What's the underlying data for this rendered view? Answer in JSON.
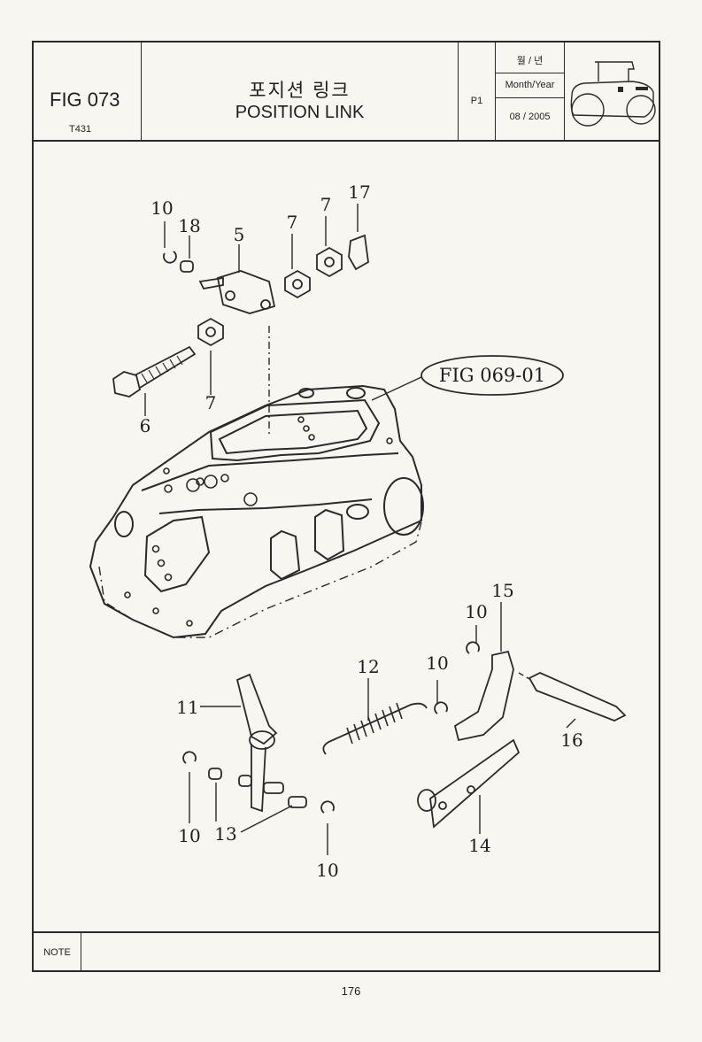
{
  "header": {
    "fig_no": "FIG 073",
    "fig_sub": "T431",
    "title_ko": "포지션 링크",
    "title_en": "POSITION LINK",
    "page_code": "P1",
    "month_year_ko": "월 / 년",
    "month_year_en": "Month/Year",
    "date": "08 / 2005"
  },
  "diagram": {
    "reference": "FIG 069-01",
    "callouts": [
      {
        "id": "c10a",
        "text": "10"
      },
      {
        "id": "c18",
        "text": "18"
      },
      {
        "id": "c5",
        "text": "5"
      },
      {
        "id": "c7a",
        "text": "7"
      },
      {
        "id": "c7b",
        "text": "7"
      },
      {
        "id": "c17",
        "text": "17"
      },
      {
        "id": "c6",
        "text": "6"
      },
      {
        "id": "c7c",
        "text": "7"
      },
      {
        "id": "c15",
        "text": "15"
      },
      {
        "id": "c10b",
        "text": "10"
      },
      {
        "id": "c12",
        "text": "12"
      },
      {
        "id": "c10c",
        "text": "10"
      },
      {
        "id": "c11",
        "text": "11"
      },
      {
        "id": "c16",
        "text": "16"
      },
      {
        "id": "c10d",
        "text": "10"
      },
      {
        "id": "c13",
        "text": "13"
      },
      {
        "id": "c14",
        "text": "14"
      },
      {
        "id": "c10e",
        "text": "10"
      }
    ]
  },
  "note_label": "NOTE",
  "page_number": "176"
}
